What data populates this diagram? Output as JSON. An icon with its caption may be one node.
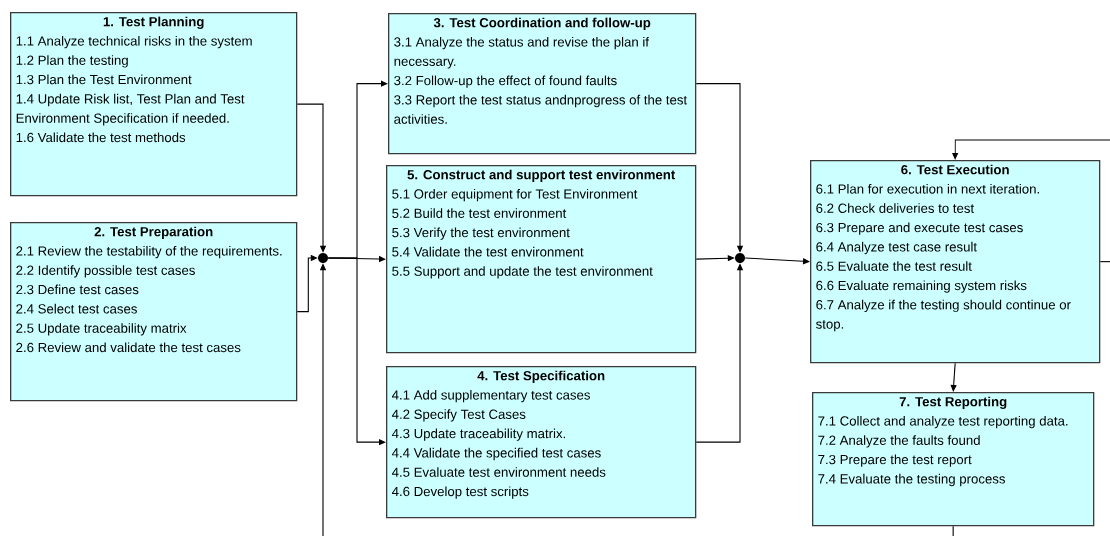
{
  "diagram": {
    "nodes": [
      {
        "text": [
          "1. Test Planning",
          "1.1 Analyze technical risks in the system",
          "1.2 Plan the testing",
          "1.3 Plan the Test Environment",
          "1.4 Update Risk list, Test Plan and Test Environment Specification if needed.",
          "1.6 Validate the test methods"
        ]
      },
      {
        "text": [
          "2. Test Preparation",
          "2.1 Review the testability of the requirements.",
          "2.2 Identify possible test cases",
          "2.3 Define test cases",
          "2.4 Select test cases",
          "2.5 Update traceability matrix",
          "2.6 Review and validate the test cases"
        ]
      },
      {
        "text": [],
        "shape": "circle"
      },
      {
        "text": [
          "3. Test Coordination and follow-up",
          "3.1 Analyze the status and revise the plan if necessary.",
          "3.2 Follow-up the effect of found faults",
          "3.3 Report the test status andnprogress of the test activities."
        ]
      },
      {
        "text": [
          "5. Construct and support test environment",
          "5.1 Order equipment for Test Environment",
          "5.2 Build the test environment",
          "5.3 Verify the test environment",
          "5.4 Validate the test environment",
          "5.5 Support and update the test environment"
        ]
      },
      {
        "text": [
          "4. Test Specification",
          "4.1 Add supplementary test cases",
          "4.2 Specify Test Cases",
          "4.3 Update traceability matrix.",
          "4.4 Validate the specified test cases",
          "4.5 Evaluate test environment needs",
          "4.6 Develop test scripts"
        ]
      },
      {
        "text": [],
        "shape": "circle"
      },
      {
        "text": [
          "6. Test Execution",
          "6.1 Plan for execution in next iteration.",
          "6.2 Check deliveries to test",
          "6.3 Prepare and execute test cases",
          "6.4 Analyze test case result",
          "6.5 Evaluate the test result",
          "6.6 Evaluate remaining system risks",
          "6.7 Analyze if the testing should continue or stop."
        ]
      },
      {
        "text": [
          "7. Test Reporting",
          "7.1 Collect and analyze test reporting data.",
          "7.2 Analyze the faults found",
          "7.3 Prepare the test report",
          "7.4 Evaluate the testing process"
        ]
      }
    ],
    "edges": [
      {
        "from": 0,
        "to": 2,
        "arrow": "to"
      },
      {
        "from": 1,
        "to": 2,
        "arrow": "to"
      },
      {
        "from": null,
        "to": 2,
        "arrow": "to"
      },
      {
        "from": 2,
        "to": 4,
        "arrow": "to"
      },
      {
        "from": 2,
        "to": 3,
        "arrow": "to"
      },
      {
        "from": 2,
        "to": 5,
        "arrow": "to"
      },
      {
        "from": 3,
        "to": 6,
        "arrow": "to"
      },
      {
        "from": 4,
        "to": 6,
        "arrow": "to"
      },
      {
        "from": 5,
        "to": 6,
        "arrow": "to"
      },
      {
        "from": 6,
        "to": 7,
        "arrow": "to"
      },
      {
        "from": null,
        "to": 7,
        "arrow": "to"
      },
      {
        "from": 7,
        "to": null,
        "arrow": "none"
      },
      {
        "from": 7,
        "to": 8,
        "arrow": "to"
      },
      {
        "from": 8,
        "to": null,
        "arrow": "none"
      }
    ]
  }
}
